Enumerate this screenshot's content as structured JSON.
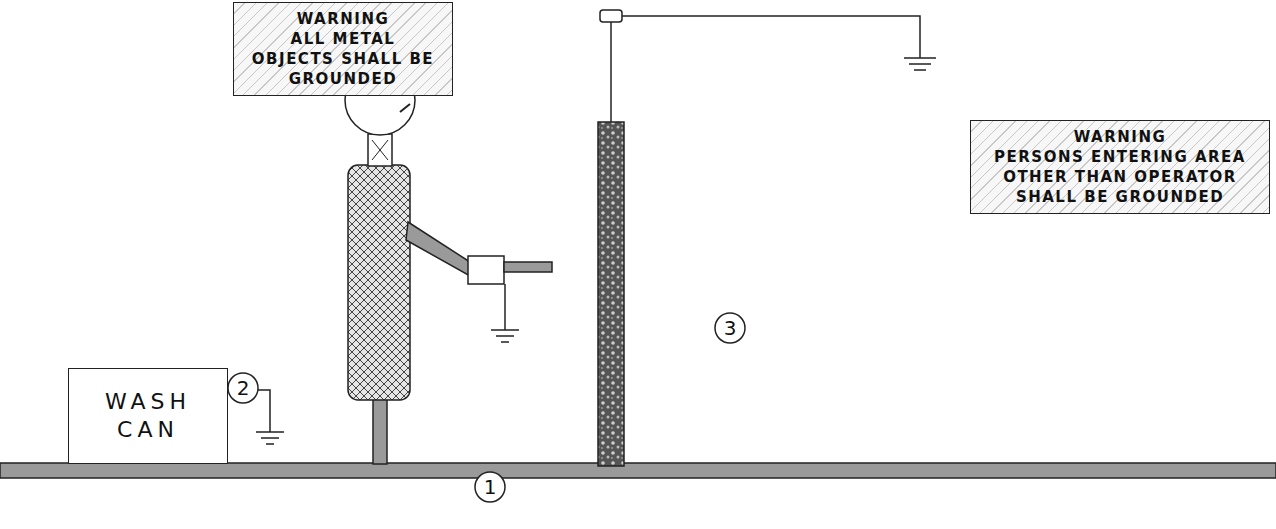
{
  "diagram": {
    "nodes": [
      {
        "text": [
          "WARNING",
          "ALL METAL OBJECTS SHALL BE GROUNDED"
        ]
      },
      {
        "text": [
          "WARNING",
          "PERSONS ENTERING AREA OTHER THAN OPERATOR SHALL BE GROUNDED"
        ]
      },
      {
        "text": [
          "WASH CAN"
        ]
      }
    ],
    "labels": [
      "1",
      "2",
      "3"
    ]
  }
}
